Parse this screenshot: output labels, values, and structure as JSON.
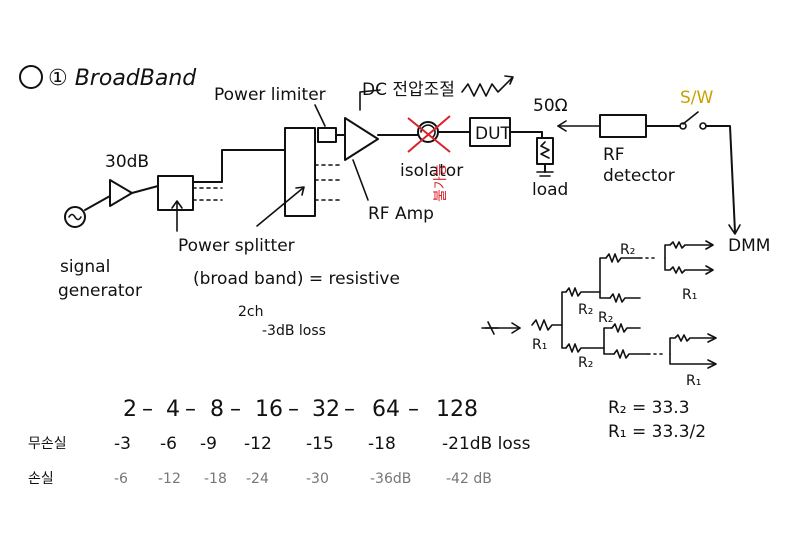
{
  "title": "① BroadBand",
  "labels": {
    "power_limiter": "Power limiter",
    "dc_voltage_control": "DC 전압조절",
    "ohm50": "50Ω",
    "sw": "S/W",
    "db30": "30dB",
    "dut": "DUT",
    "isolator": "isolator",
    "unavailable": "불가능",
    "rf_amp": "RF Amp",
    "load": "load",
    "rf_detector_1": "RF",
    "rf_detector_2": "detector",
    "dmm": "DMM",
    "signal_1": "signal",
    "signal_2": "generator",
    "power_splitter": "Power splitter",
    "broadband_resistive": "(broad band) = resistive",
    "ch2": "2ch",
    "loss3db": "-3dB loss"
  },
  "resistor_tree": {
    "r1_left": "R₁",
    "r2_top": "R₂",
    "r2_mid": "R₂",
    "r2_bot": "R₂",
    "r2_upper": "R₂",
    "r1_upper_right": "R₁",
    "r1_lower_right": "R₁",
    "eq_r2": "R₂ = 33.3",
    "eq_r1": "R₁ = 33.3/2"
  },
  "split_sequence": [
    "2",
    "4",
    "8",
    "16",
    "32",
    "64",
    "128"
  ],
  "loss_table": {
    "row1_label": "무손실",
    "row1_values": [
      "-3",
      "-6",
      "-9",
      "-12",
      "-15",
      "-18",
      "-21dB loss"
    ],
    "row2_label": "손실",
    "row2_values": [
      "-6",
      "-12",
      "-18",
      "-24",
      "-30",
      "-36dB",
      "-42 dB"
    ]
  },
  "colors": {
    "ink": "#111111",
    "red_annotation": "#d8232a",
    "yellow_annotation": "#c9a100"
  }
}
